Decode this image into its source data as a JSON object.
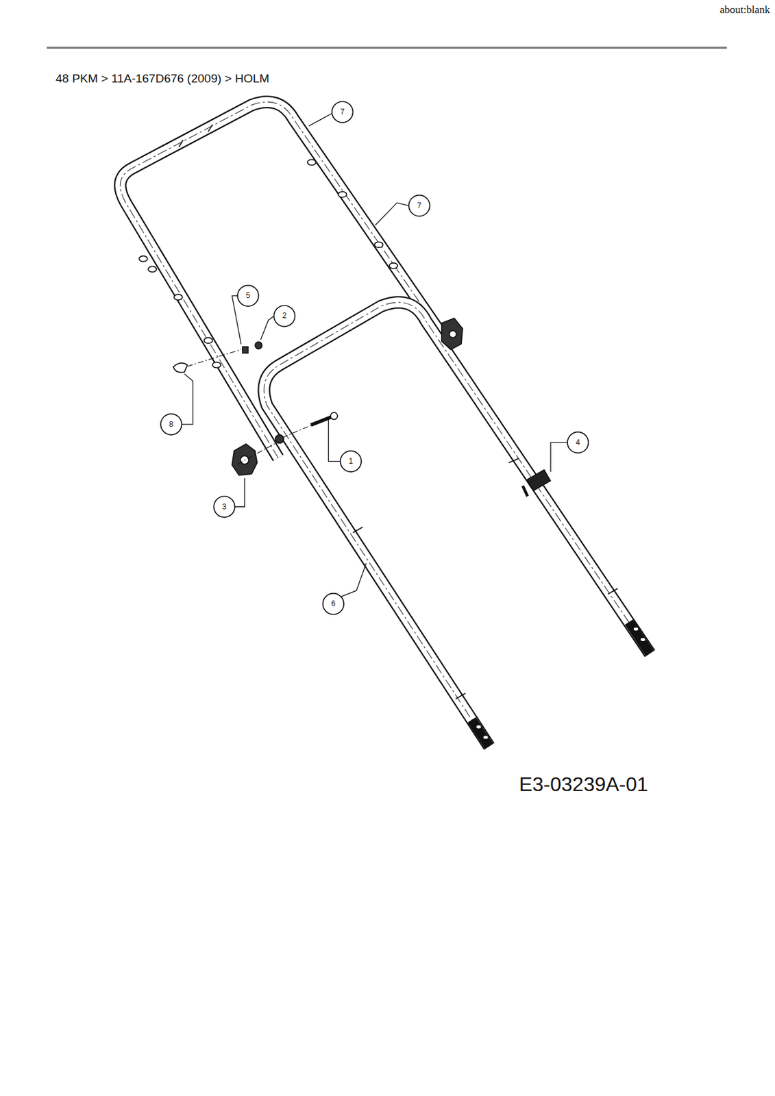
{
  "diagram": {
    "title": "48 PKM > 11A-167D676 (2009) > HOLM",
    "labels": [
      "about:blank",
      "7",
      "7",
      "5",
      "2",
      "8",
      "1",
      "3",
      "4",
      "6",
      "E3-03239A-01"
    ]
  }
}
